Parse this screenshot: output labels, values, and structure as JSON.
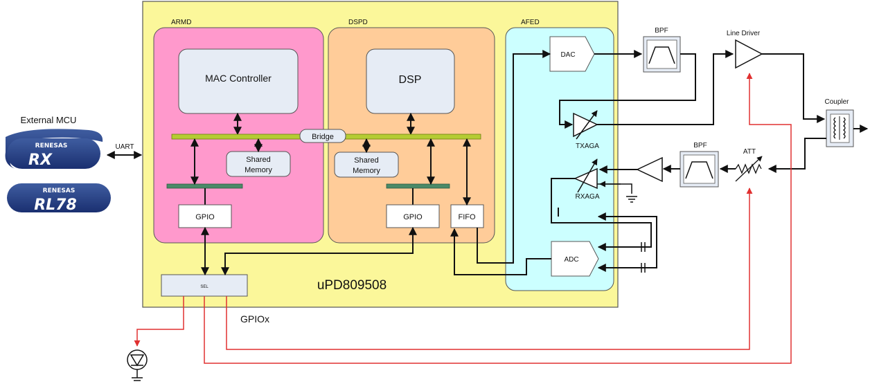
{
  "external": {
    "mcu_label": "External MCU",
    "logo_rx_brand": "RENESAS",
    "logo_rx_text": "RX",
    "logo_rl78_brand": "RENESAS",
    "logo_rl78_text": "RL78",
    "uart_label": "UART"
  },
  "chip": {
    "name": "uPD809508",
    "armd_label": "ARMD",
    "dspd_label": "DSPD",
    "afed_label": "AFED",
    "mac_label": "MAC Controller",
    "dsp_label": "DSP",
    "bridge_label": "Bridge",
    "shared_mem_1": [
      "Shared",
      "Memory"
    ],
    "shared_mem_2": [
      "Shared",
      "Memory"
    ],
    "gpio_1": "GPIO",
    "gpio_2": "GPIO",
    "fifo": "FIFO",
    "sel": "SEL",
    "dac": "DAC",
    "adc": "ADC",
    "txaga": "TXAGA",
    "rxaga": "RXAGA"
  },
  "external_blocks": {
    "bpf_top": "BPF",
    "bpf_bottom": "BPF",
    "line_driver": "Line Driver",
    "coupler": "Coupler",
    "att": "ATT",
    "gpiox": "GPIOx"
  },
  "colors": {
    "chip_bg": "#fbf79a",
    "armd_bg": "#ff99cc",
    "dspd_bg": "#ffcc99",
    "afed_bg": "#ccffff",
    "block_bg": "#e6ecf5",
    "bus_green": "#b5cc33",
    "bus_dark": "#4a8a68",
    "red_line": "#e03030"
  }
}
